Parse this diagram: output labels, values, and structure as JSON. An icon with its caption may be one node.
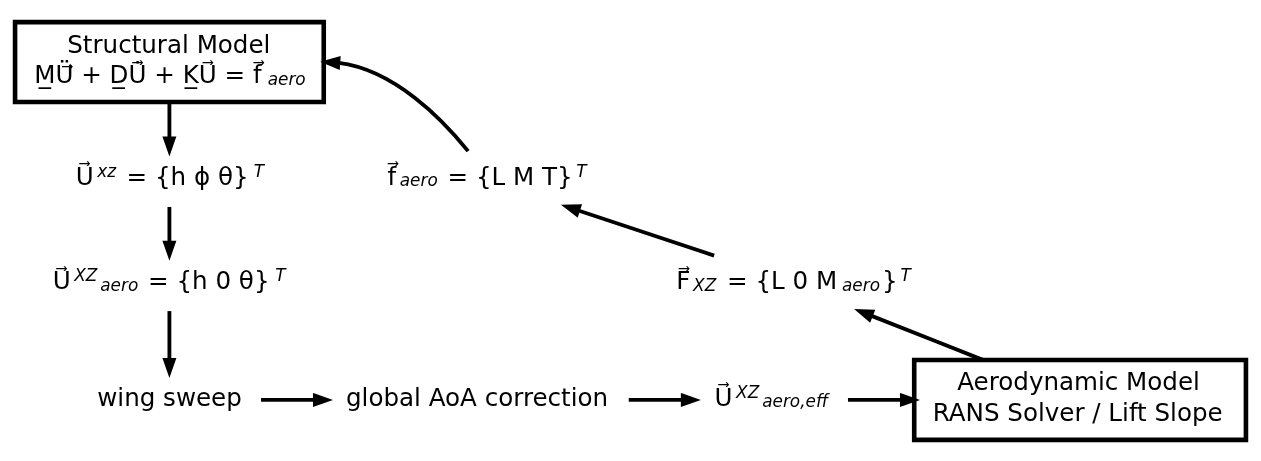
{
  "diagram": {
    "nodes": [
      {
        "text": [
          "Structural Model",
          "M̲Ü⃗ + D̲U̇⃗ + K̲U⃗ = f⃗$_{aero}$"
        ]
      },
      {
        "text": [
          "U⃗$^{xz}$ = {h ϕ θ}$^{T}$"
        ]
      },
      {
        "text": [
          "U⃗$^{XZ}$$_{aero}$ = {h 0 θ}$^{T}$"
        ]
      },
      {
        "text": [
          "wing sweep"
        ]
      },
      {
        "text": [
          "global AoA correction"
        ]
      },
      {
        "text": [
          "U⃗$^{XZ}$$_{aero,eff}$"
        ]
      },
      {
        "text": [
          "Aerodynamic Model",
          "RANS Solver / Lift Slope"
        ]
      },
      {
        "text": [
          "F⃗$_{XZ}$ = {L 0 M$_{aero}$}$^{T}$"
        ]
      },
      {
        "text": [
          "f⃗$_{aero}$ = {L M T}$^{T}$"
        ]
      }
    ],
    "edges": [
      {
        "from": 0,
        "to": 1,
        "arrow": "to"
      },
      {
        "from": 1,
        "to": 2,
        "arrow": "to"
      },
      {
        "from": 2,
        "to": 3,
        "arrow": "to"
      },
      {
        "from": 3,
        "to": 4,
        "arrow": "to"
      },
      {
        "from": 4,
        "to": 5,
        "arrow": "to"
      },
      {
        "from": 5,
        "to": 6,
        "arrow": "to"
      },
      {
        "from": 6,
        "to": 7,
        "arrow": "to"
      },
      {
        "from": 7,
        "to": 8,
        "arrow": "to"
      },
      {
        "from": 8,
        "to": 0,
        "arrow": "to"
      }
    ]
  }
}
